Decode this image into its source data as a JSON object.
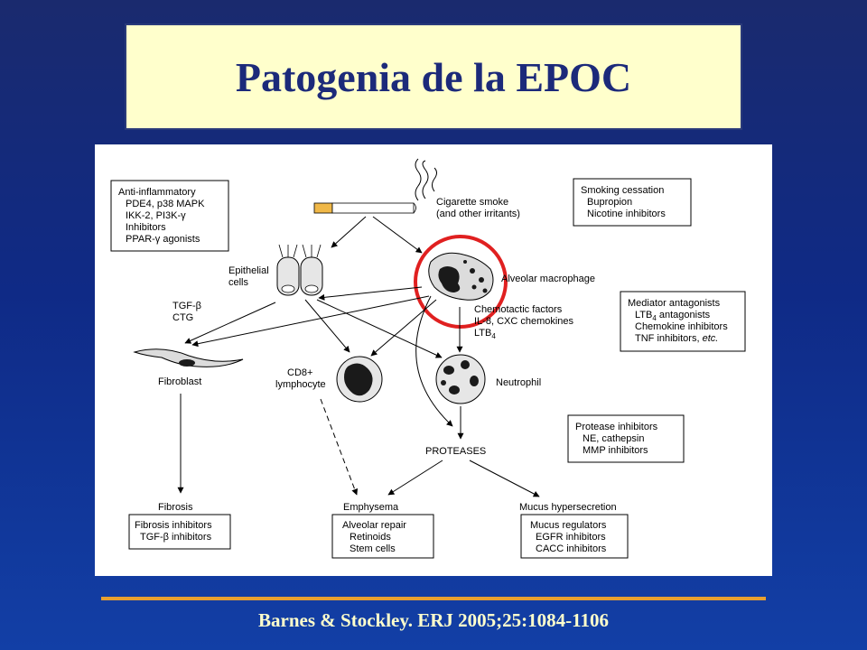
{
  "title": "Patogenia de la EPOC",
  "citation": "Barnes & Stockley. ERJ 2005;25:1084-1106",
  "diagram": {
    "anti_inflammatory": [
      "Anti-inflammatory",
      "PDE4, p38 MAPK",
      "IKK-2, PI3K-γ",
      "Inhibitors",
      "PPAR-γ agonists"
    ],
    "smoking_cessation": [
      "Smoking cessation",
      "Bupropion",
      "Nicotine inhibitors"
    ],
    "cigarette_smoke": [
      "Cigarette smoke",
      "(and other irritants)"
    ],
    "epithelial_cells": [
      "Epithelial",
      "cells"
    ],
    "alveolar_macrophage": "Alveolar macrophage",
    "chemotactic": [
      "Chemotactic factors",
      "IL-8, CXC chemokines",
      "LTB"
    ],
    "chemotactic_subscript": "4",
    "tgf": [
      "TGF-β",
      "CTG"
    ],
    "mediator_antagonists": {
      "line1": "Mediator antagonists",
      "line2_a": "LTB",
      "line2_sub": "4",
      "line2_b": " antagonists",
      "line3": "Chemokine inhibitors",
      "line4_a": "TNF inhibitors, ",
      "line4_b": "etc."
    },
    "fibroblast": "Fibroblast",
    "cd8": [
      "CD8+",
      "lymphocyte"
    ],
    "neutrophil": "Neutrophil",
    "protease_inhibitors": [
      "Protease inhibitors",
      "NE, cathepsin",
      "MMP inhibitors"
    ],
    "proteases": "PROTEASES",
    "fibrosis": "Fibrosis",
    "emphysema": "Emphysema",
    "mucus_hypersecretion": "Mucus hypersecretion",
    "fibrosis_box": [
      "Fibrosis inhibitors",
      "TGF-β inhibitors"
    ],
    "emphysema_box": [
      "Alveolar repair",
      "Retinoids",
      "Stem cells"
    ],
    "mucus_box": [
      "Mucus regulators",
      "EGFR inhibitors",
      "CACC inhibitors"
    ]
  },
  "colors": {
    "highlight_circle": "#e02020",
    "cigarette_filter": "#f0b848"
  }
}
